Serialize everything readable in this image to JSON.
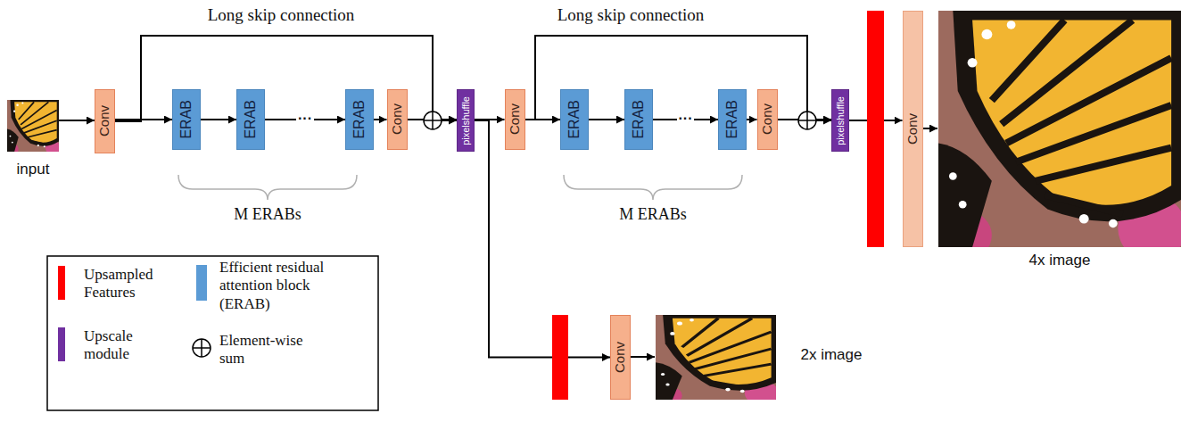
{
  "diagram": {
    "nodes": [
      {
        "text": [
          "Conv"
        ]
      },
      {
        "text": [
          "ERAB"
        ]
      },
      {
        "text": [
          "ERAB"
        ]
      },
      {
        "text": [
          "ERAB"
        ]
      },
      {
        "text": [
          "Conv"
        ]
      },
      {
        "text": [
          "pixelshuffle"
        ]
      },
      {
        "text": [
          "Conv"
        ]
      },
      {
        "text": [
          "ERAB"
        ]
      },
      {
        "text": [
          "ERAB"
        ]
      },
      {
        "text": [
          "ERAB"
        ]
      },
      {
        "text": [
          "Conv"
        ]
      },
      {
        "text": [
          "pixelshuffle"
        ]
      },
      {
        "text": [
          "Conv"
        ]
      },
      {
        "text": [
          "Conv"
        ]
      }
    ],
    "edges": [
      {
        "from": 0,
        "to": 1,
        "arrow": "to"
      },
      {
        "from": 1,
        "to": 2,
        "arrow": "to"
      },
      {
        "from": 2,
        "to": 3,
        "label": "···",
        "arrow": "to"
      },
      {
        "from": 3,
        "to": 4,
        "arrow": "to"
      },
      {
        "from": 4,
        "to": 5,
        "arrow": "to"
      },
      {
        "from": 0,
        "to": 5,
        "arrow": "to"
      },
      {
        "from": 5,
        "to": 6,
        "arrow": "to"
      },
      {
        "from": 5,
        "to": 13,
        "arrow": "to"
      },
      {
        "from": 6,
        "to": 7,
        "arrow": "to"
      },
      {
        "from": 7,
        "to": 8,
        "arrow": "to"
      },
      {
        "from": 8,
        "to": 9,
        "label": "···",
        "arrow": "to"
      },
      {
        "from": 9,
        "to": 10,
        "arrow": "to"
      },
      {
        "from": 10,
        "to": 11,
        "arrow": "to"
      },
      {
        "from": 6,
        "to": 11,
        "arrow": "to"
      },
      {
        "from": 11,
        "to": 12,
        "arrow": "to"
      }
    ],
    "labels": [
      "Long skip connection",
      "Long skip connection",
      "input",
      "M ERABs",
      "M ERABs",
      "4x image",
      "2x image"
    ],
    "legend": [
      {
        "text": "Upsampled Features",
        "color": "#ff0000"
      },
      {
        "text": "Efficient residual attention block (ERAB)",
        "color": "#5b9bd5"
      },
      {
        "text": "Upscale module",
        "color": "#7030a0"
      },
      {
        "text": "Element-wise sum"
      }
    ]
  }
}
